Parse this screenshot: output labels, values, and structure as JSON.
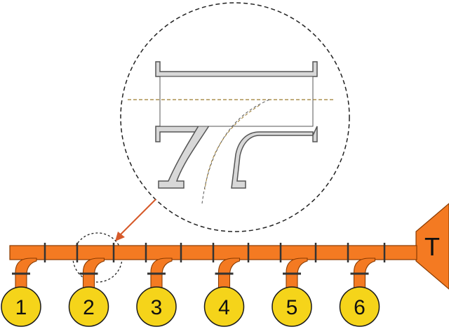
{
  "cylinders": [
    {
      "label": "1"
    },
    {
      "label": "2"
    },
    {
      "label": "3"
    },
    {
      "label": "4"
    },
    {
      "label": "5"
    },
    {
      "label": "6"
    }
  ],
  "turbine": {
    "label": "T"
  },
  "colors": {
    "pipe": "#f47a22",
    "pipe_outline": "#8a3b00",
    "cylinder": "#f5d41a",
    "cylinder_outline": "#1a1a1a",
    "flange": "#333333",
    "callout_arrow": "#d65a2a",
    "detail_outline": "#555555",
    "detail_fill": "#d8d8d8",
    "flow_line": "#9b7a2e",
    "dashed_circle": "#222222"
  },
  "icons": {
    "zoom_circle": "dashed-magnifier-circle",
    "callout": "arrow"
  }
}
